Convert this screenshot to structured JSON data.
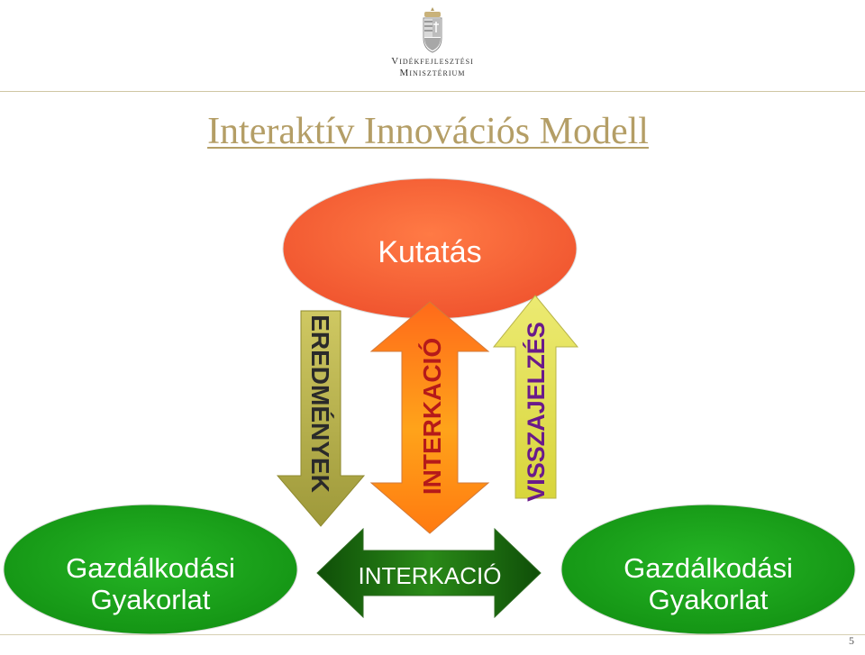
{
  "header": {
    "ministry_line1": "Vidékfejlesztési",
    "ministry_line2": "Minisztérium"
  },
  "title": "Interaktív Innovációs Modell",
  "diagram": {
    "top_node": "Kutatás",
    "vertical_arrows": {
      "down": "EREDMÉNYEK",
      "double": "INTERKACIÓ",
      "up": "VISSZAJELZÉS"
    },
    "left_node_line1": "Gazdálkodási",
    "left_node_line2": "Gyakorlat",
    "right_node_line1": "Gazdálkodási",
    "right_node_line2": "Gyakorlat",
    "horizontal_arrow": "INTERKACIÓ"
  },
  "page_number": "5",
  "colors": {
    "title": "#b49e66",
    "research_fill": "#f4663c",
    "green_node": "#1da51d",
    "dark_green_arrow": "#1f6e10",
    "olive_arrow": "#b5b04a",
    "yellow_arrow": "#e7e45c"
  },
  "icons": {
    "crest": "hungarian-coat-of-arms-icon"
  }
}
